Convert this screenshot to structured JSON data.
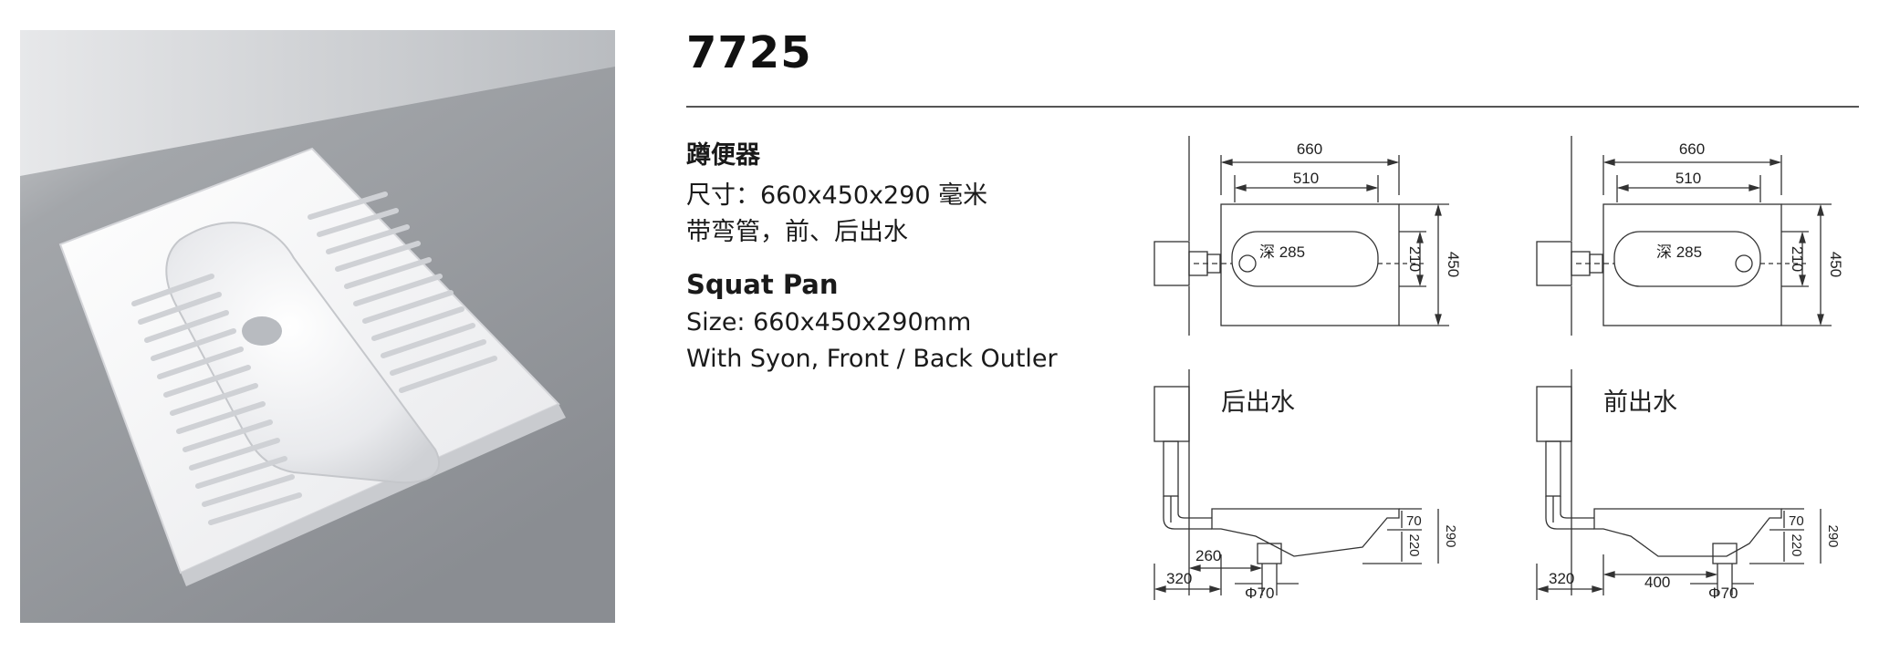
{
  "model_number": "7725",
  "spec_cn": {
    "title": "蹲便器",
    "size": "尺寸：660x450x290 毫米",
    "note": "带弯管，前、后出水"
  },
  "spec_en": {
    "title": "Squat Pan",
    "size": "Size: 660x450x290mm",
    "note": "With Syon, Front / Back Outler"
  },
  "drawings": [
    {
      "outlet_label": "后出水",
      "dim_length": "660",
      "dim_bowl_length": "510",
      "dim_depth_label": "深 285",
      "dim_bowl_width": "210",
      "dim_width": "450",
      "dim_rim": "70",
      "dim_body": "220",
      "dim_total_height": "290",
      "dim_outlet_offset": "260",
      "dim_wall_offset": "320",
      "dim_pipe": "Φ70"
    },
    {
      "outlet_label": "前出水",
      "dim_length": "660",
      "dim_bowl_length": "510",
      "dim_depth_label": "深 285",
      "dim_bowl_width": "210",
      "dim_width": "450",
      "dim_rim": "70",
      "dim_body": "220",
      "dim_total_height": "290",
      "dim_outlet_offset": "400",
      "dim_wall_offset": "320",
      "dim_pipe": "Φ70"
    }
  ]
}
